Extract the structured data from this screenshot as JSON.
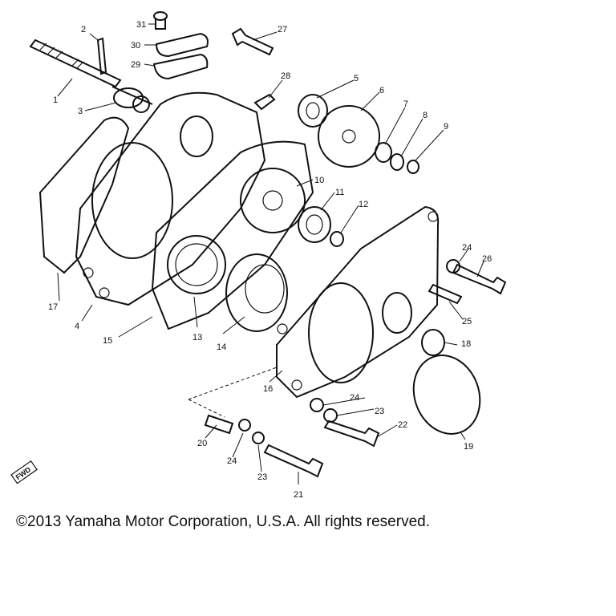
{
  "diagram": {
    "callouts": [
      "1",
      "2",
      "3",
      "4",
      "5",
      "6",
      "7",
      "8",
      "9",
      "10",
      "11",
      "12",
      "13",
      "14",
      "15",
      "16",
      "17",
      "18",
      "19",
      "20",
      "21",
      "22",
      "23",
      "24",
      "24",
      "23",
      "24",
      "25",
      "26",
      "27",
      "28",
      "29",
      "30",
      "31"
    ],
    "fwd_badge": "FWD"
  },
  "footer": {
    "copyright": "©2013 Yamaha Motor Corporation, U.S.A. All rights reserved."
  }
}
